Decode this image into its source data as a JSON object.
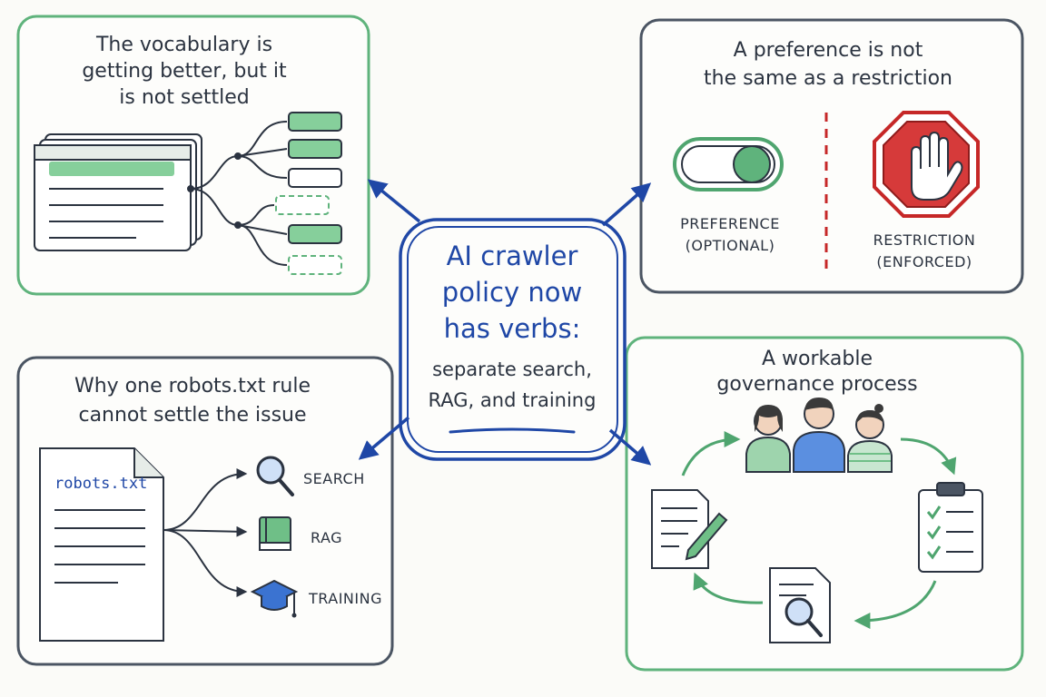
{
  "center": {
    "lines": [
      "AI crawler",
      "policy now",
      "has verbs:",
      "separate search,",
      "RAG, and training"
    ]
  },
  "vocabulary": {
    "title_lines": [
      "The vocabulary is",
      "getting better, but it",
      "is not settled"
    ]
  },
  "preference": {
    "title_lines": [
      "A preference is not",
      "the same as a restriction"
    ],
    "pref_label": "PREFERENCE",
    "pref_sub": "(OPTIONAL)",
    "restr_label": "RESTRICTION",
    "restr_sub": "(ENFORCED)"
  },
  "robots": {
    "title_lines": [
      "Why one robots.txt rule",
      "cannot settle the issue"
    ],
    "file_name": "robots.txt",
    "uses": [
      "SEARCH",
      "RAG",
      "TRAINING"
    ]
  },
  "governance": {
    "title_lines": [
      "A workable",
      "governance process"
    ]
  },
  "colors": {
    "green": "#4fa56f",
    "slate": "#4b5563",
    "blue": "#1f47a6",
    "red": "#c62828"
  },
  "icons": [
    "document-stack-icon",
    "toggle-icon",
    "stop-hand-icon",
    "document-icon",
    "search-icon",
    "book-icon",
    "graduation-cap-icon",
    "people-icon",
    "edit-document-icon",
    "checklist-icon",
    "review-document-icon"
  ]
}
